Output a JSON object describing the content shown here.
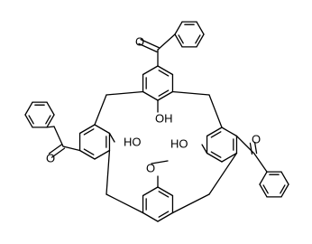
{
  "molecule": {
    "atom_labels": {
      "hydroxyl_top": "OH",
      "hydroxyl_left": "HO",
      "hydroxyl_right": "HO",
      "carbonyl_top": "O",
      "carbonyl_left": "O",
      "carbonyl_right": "O",
      "methoxy_oxygen": "O"
    }
  }
}
